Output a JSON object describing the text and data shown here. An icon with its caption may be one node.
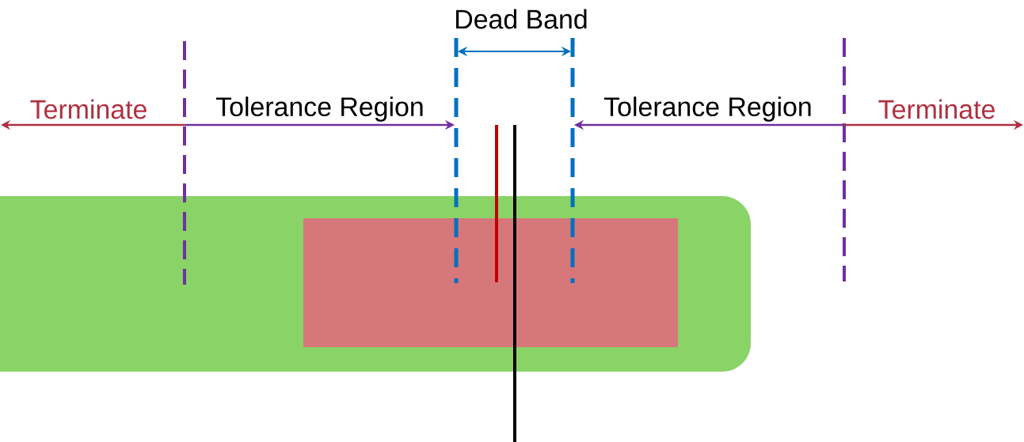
{
  "diagram": {
    "nodes": [
      {
        "text": [],
        "shape": "box"
      },
      {
        "text": [],
        "shape": "box",
        "in": 0
      }
    ],
    "labels": [
      "Dead Band",
      "Terminate",
      "Tolerance Region",
      "Tolerance Region",
      "Terminate"
    ]
  }
}
